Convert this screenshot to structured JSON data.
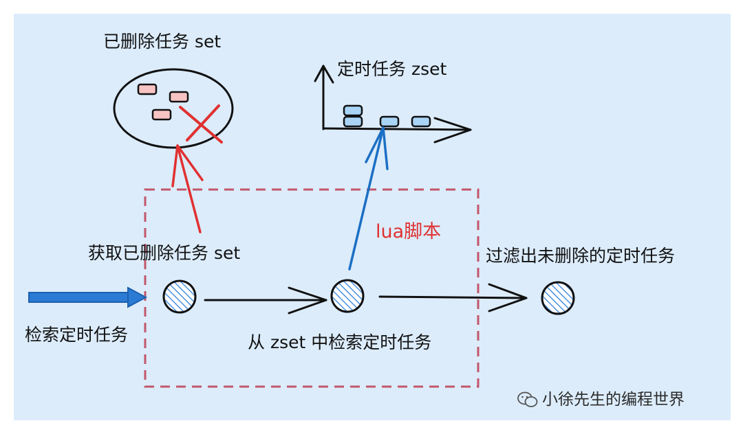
{
  "labels": {
    "deleted_set_title": "已删除任务 set",
    "zset_title": "定时任务 zset",
    "get_deleted_set": "获取已删除任务 set",
    "lua_script": "lua脚本",
    "filter_undeleted": "过滤出未删除的定时任务",
    "retrieve_tasks": "检索定时任务",
    "retrieve_from_zset": "从 zset 中检索定时任务"
  },
  "watermark": {
    "text": "小徐先生的编程世界",
    "icon": "wechat-icon"
  },
  "colors": {
    "background": "#dcecfb",
    "red": "#e03131",
    "blue": "#1c6fc4",
    "pink_item": "#f8c3c3",
    "blue_item": "#a9d4f5",
    "dashed_box": "#c2566a",
    "node_hatch": "#4a90e2"
  }
}
